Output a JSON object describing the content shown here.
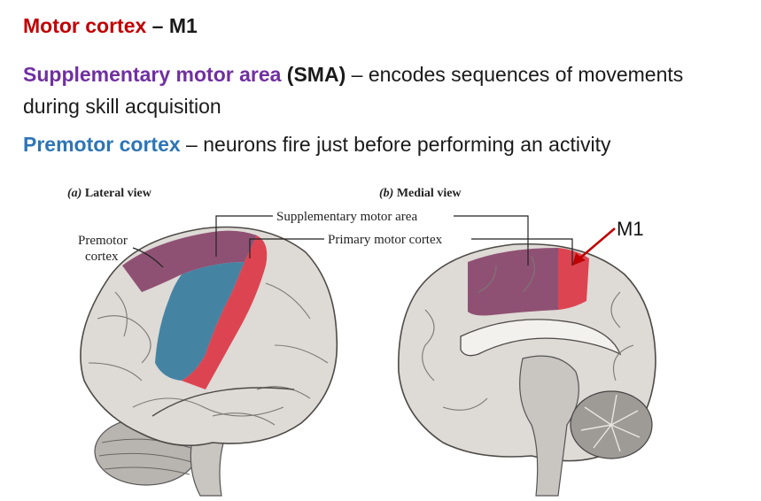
{
  "heading": {
    "motor_term": "Motor cortex",
    "motor_rest": " – M1"
  },
  "sma": {
    "term": "Supplementary motor area",
    "abbr": " (SMA)",
    "desc": " – encodes sequences of movements during skill acquisition"
  },
  "premotor": {
    "term": "Premotor cortex",
    "desc": " – neurons fire just before performing an activity"
  },
  "figure": {
    "panel_a_letter": "(a)",
    "panel_a_title": " Lateral view",
    "panel_b_letter": "(b)",
    "panel_b_title": " Medial view",
    "label_sma": "Supplementary motor area",
    "label_m1": "Primary motor cortex",
    "label_premotor_1": "Premotor",
    "label_premotor_2": "cortex",
    "callout": "M1"
  },
  "colors": {
    "motor": "#c00000",
    "sma": "#7030a0",
    "premotor": "#2e75b6",
    "brain_sma": "#8a4a6e",
    "brain_premotor": "#3c7ea0",
    "brain_m1": "#dc3c4a"
  }
}
